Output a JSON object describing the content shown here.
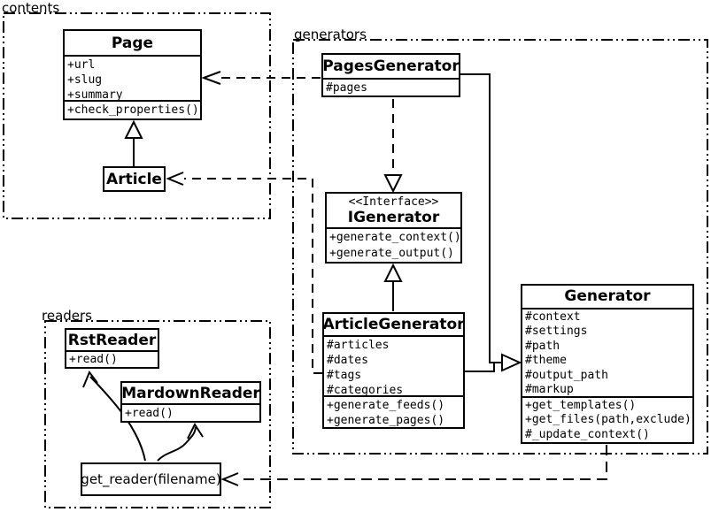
{
  "colors": {
    "line": "#000000",
    "background": "#ffffff"
  },
  "packages": {
    "contents": {
      "label": "contents"
    },
    "generators": {
      "label": "generators"
    },
    "readers": {
      "label": "readers"
    }
  },
  "classes": {
    "page": {
      "title": "Page",
      "attributes": [
        "+url",
        "+slug",
        "+summary"
      ],
      "methods": [
        "+check_properties()"
      ]
    },
    "article": {
      "title": "Article"
    },
    "pages_generator": {
      "title": "PagesGenerator",
      "attributes": [
        "#pages"
      ]
    },
    "igenerator": {
      "stereotype": "<<Interface>>",
      "title": "IGenerator",
      "methods": [
        "+generate_context()",
        "+generate_output()"
      ]
    },
    "article_generator": {
      "title": "ArticleGenerator",
      "attributes": [
        "#articles",
        "#dates",
        "#tags",
        "#categories"
      ],
      "methods": [
        "+generate_feeds()",
        "+generate_pages()"
      ]
    },
    "generator": {
      "title": "Generator",
      "attributes": [
        "#context",
        "#settings",
        "#path",
        "#theme",
        "#output_path",
        "#markup"
      ],
      "methods": [
        "+get_templates()",
        "+get_files(path,exclude)",
        "#_update_context()"
      ]
    },
    "rst_reader": {
      "title": "RstReader",
      "methods": [
        "+read()"
      ]
    },
    "mardown_reader": {
      "title": "MardownReader",
      "methods": [
        "+read()"
      ]
    },
    "get_reader": {
      "title": "get_reader(filename)"
    }
  },
  "relations": [
    {
      "from": "Article",
      "to": "Page",
      "type": "inheritance"
    },
    {
      "from": "PagesGenerator",
      "to": "Page",
      "type": "dependency"
    },
    {
      "from": "ArticleGenerator",
      "to": "Article",
      "type": "dependency"
    },
    {
      "from": "PagesGenerator",
      "to": "IGenerator",
      "type": "realization"
    },
    {
      "from": "ArticleGenerator",
      "to": "IGenerator",
      "type": "inheritance"
    },
    {
      "from": "PagesGenerator",
      "to": "Generator",
      "type": "inheritance"
    },
    {
      "from": "ArticleGenerator",
      "to": "Generator",
      "type": "inheritance"
    },
    {
      "from": "Generator",
      "to": "get_reader(filename)",
      "type": "dependency"
    },
    {
      "from": "get_reader(filename)",
      "to": "RstReader",
      "type": "call"
    },
    {
      "from": "get_reader(filename)",
      "to": "MardownReader",
      "type": "call"
    }
  ]
}
